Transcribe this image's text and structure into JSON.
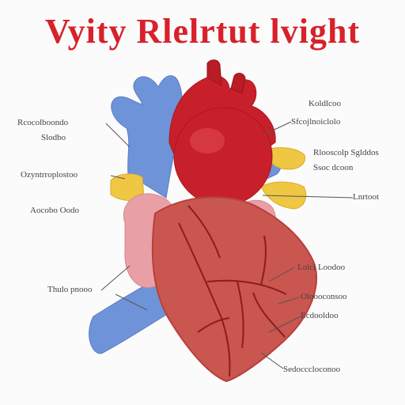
{
  "title": "Vyity Rlelrtut lvight",
  "colors": {
    "title": "#d8212a",
    "vein_blue": "#6f93d9",
    "artery_red": "#c8202a",
    "heart_muscle": "#c9564f",
    "atrium_pink": "#e8a0a6",
    "fat_yellow": "#efc743",
    "leader_line": "#555555"
  },
  "labels": {
    "left_1": "Rcocolboondo",
    "left_2": "Slodbo",
    "left_3": "Ozyntrroplostoo",
    "left_4": "Aocobo Oodo",
    "left_5": "Thulo pnooo",
    "right_1": "Koldlcoo",
    "right_2": "Sfcojlnoiclolo",
    "right_3": "Rlooscolp Sglddos",
    "right_4": "Ssoc dcoon",
    "right_5": "Lnrtoot",
    "right_6": "Lolcl Loodoo",
    "right_7": "Oloooconsoo",
    "right_8": "Ecdooldoo",
    "right_9": "Sedocccloconoo"
  }
}
